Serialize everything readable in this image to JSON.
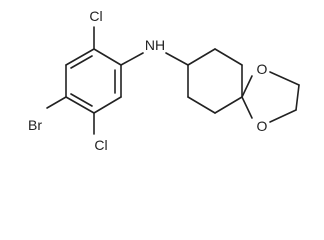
{
  "molecule": {
    "atoms": {
      "cl_top": "Cl",
      "cl_bottom": "Cl",
      "br": "Br",
      "nh": "NH",
      "o_top": "O",
      "o_bottom": "O"
    },
    "colors": {
      "bond": "#222222",
      "label": "#222222",
      "background": "#ffffff"
    }
  }
}
